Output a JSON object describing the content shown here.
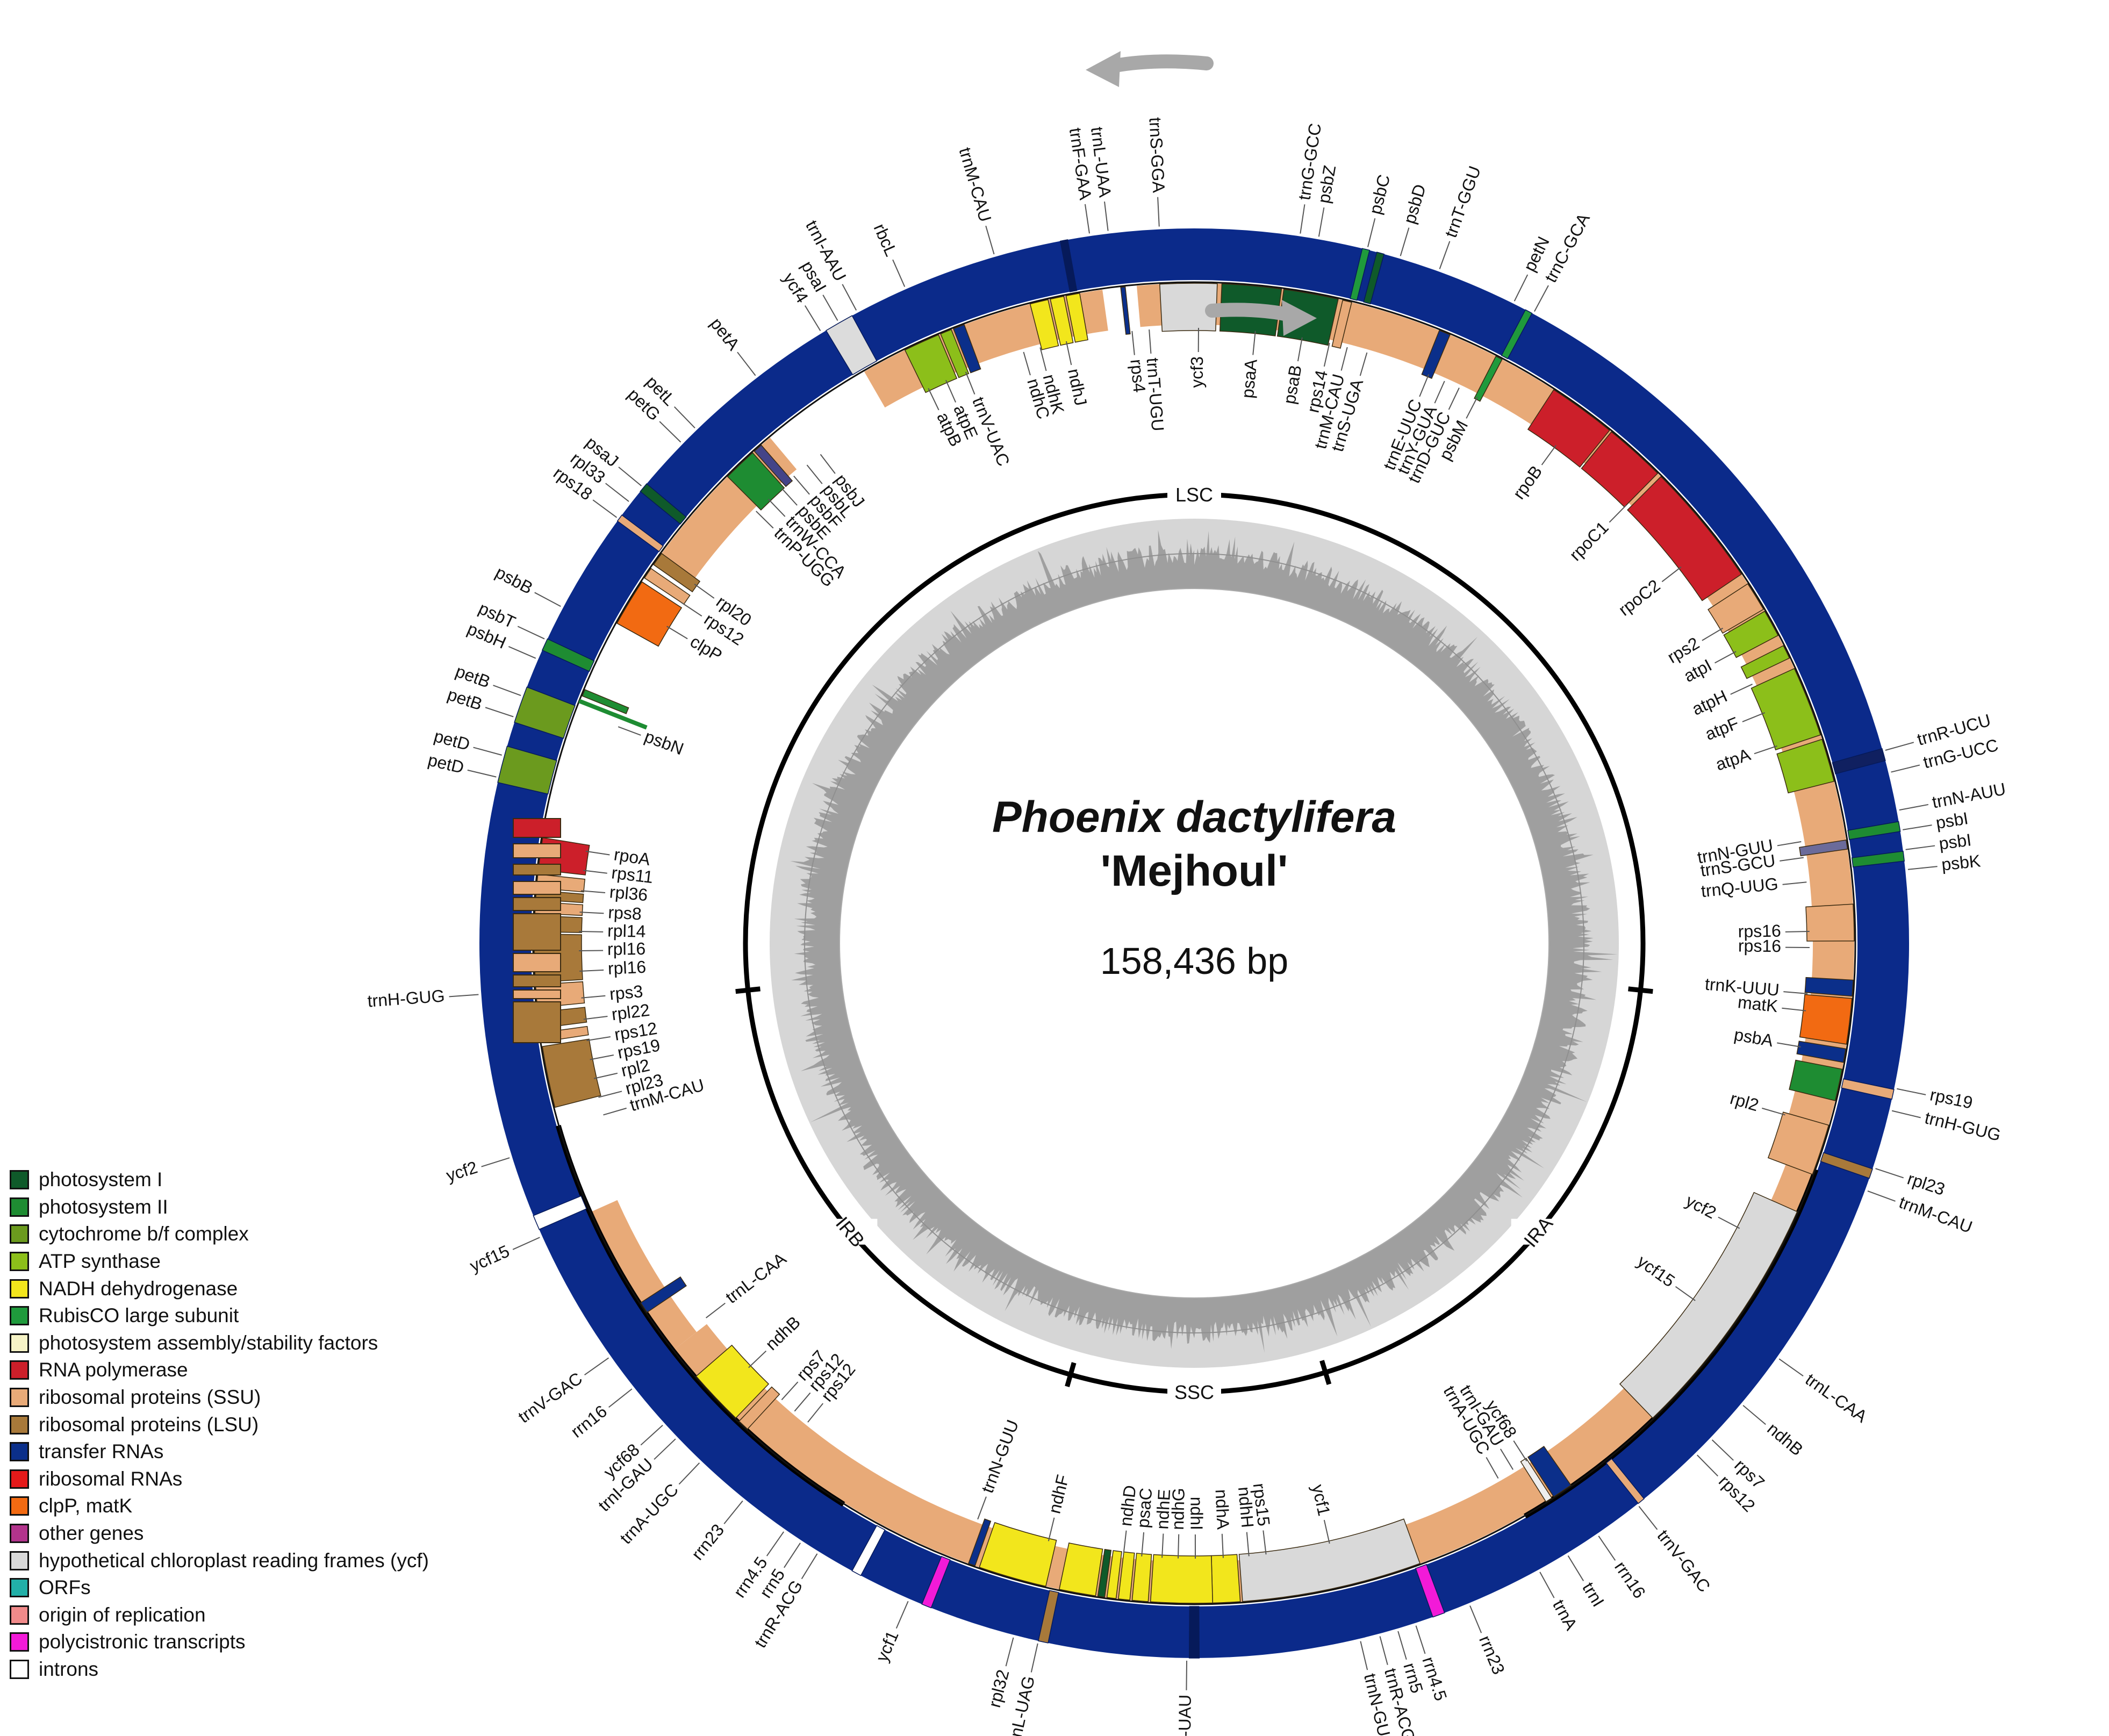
{
  "title": {
    "species": "Phoenix dactylifera",
    "cultivar": "'Mejhoul'",
    "size": "158,436 bp"
  },
  "regions": [
    "LSC",
    "IRA",
    "SSC",
    "IRB"
  ],
  "legend": [
    {
      "label": "photosystem I",
      "color": "#0f5a2a"
    },
    {
      "label": "photosystem II",
      "color": "#1e8c32"
    },
    {
      "label": "cytochrome b/f complex",
      "color": "#6b9a1e"
    },
    {
      "label": "ATP synthase",
      "color": "#8cbf1a"
    },
    {
      "label": "NADH dehydrogenase",
      "color": "#f2e61c"
    },
    {
      "label": "RubisCO large subunit",
      "color": "#1f9a3c"
    },
    {
      "label": "photosystem assembly/stability factors",
      "color": "#f6f3c6"
    },
    {
      "label": "RNA polymerase",
      "color": "#cc1f2a"
    },
    {
      "label": "ribosomal proteins (SSU)",
      "color": "#e8aa78"
    },
    {
      "label": "ribosomal proteins (LSU)",
      "color": "#a8793a"
    },
    {
      "label": "transfer RNAs",
      "color": "#0b2f8a"
    },
    {
      "label": "ribosomal RNAs",
      "color": "#e51a1a"
    },
    {
      "label": "clpP, matK",
      "color": "#f26a12"
    },
    {
      "label": "other genes",
      "color": "#b2348c"
    },
    {
      "label": "hypothetical chloroplast reading frames (ycf)",
      "color": "#d9d9d9"
    },
    {
      "label": "ORFs",
      "color": "#22b0a8"
    },
    {
      "label": "origin of replication",
      "color": "#f08a8a"
    },
    {
      "label": "polycistronic transcripts",
      "color": "#f21ad8"
    },
    {
      "label": "introns",
      "color": "#ffffff"
    }
  ],
  "colors": {
    "outer_ring": "#0b2a8a",
    "inner_ring": "#e8aa78",
    "gc_dark": "#9f9f9f",
    "gc_light": "#d6d6d6"
  },
  "genes": [
    {
      "name": "trnG-GCC",
      "a": 8.5,
      "track": "out"
    },
    {
      "name": "psbZ",
      "a": 10.0,
      "track": "out"
    },
    {
      "name": "psbC",
      "a": 14.0,
      "track": "out"
    },
    {
      "name": "psbD",
      "a": 16.7,
      "track": "out"
    },
    {
      "name": "trnT-GGU",
      "a": 20.0,
      "track": "out"
    },
    {
      "name": "petN",
      "a": 26.5,
      "track": "out"
    },
    {
      "name": "trnC-GCA",
      "a": 28.3,
      "track": "out"
    },
    {
      "name": "trnR-UCU",
      "a": 74.4,
      "track": "out"
    },
    {
      "name": "trnG-UCC",
      "a": 76.2,
      "track": "out"
    },
    {
      "name": "trnN-AUU",
      "a": 79.3,
      "track": "out"
    },
    {
      "name": "psbI",
      "a": 80.9,
      "track": "out"
    },
    {
      "name": "psbI",
      "a": 82.5,
      "track": "out"
    },
    {
      "name": "psbK",
      "a": 84.1,
      "track": "out"
    },
    {
      "name": "rps19",
      "a": 101.7,
      "track": "out"
    },
    {
      "name": "trnH-GUG",
      "a": 103.5,
      "track": "out"
    },
    {
      "name": "rpl23",
      "a": 108.3,
      "track": "out"
    },
    {
      "name": "trnM-CAU",
      "a": 110.2,
      "track": "out"
    },
    {
      "name": "trnL-CAA",
      "a": 125.4,
      "track": "out"
    },
    {
      "name": "ndhB",
      "a": 130.1,
      "track": "out"
    },
    {
      "name": "rps7",
      "a": 133.8,
      "track": "out"
    },
    {
      "name": "rps12",
      "a": 135.5,
      "track": "out"
    },
    {
      "name": "trnV-GAC",
      "a": 141.7,
      "track": "out"
    },
    {
      "name": "rrn16",
      "a": 145.7,
      "track": "out"
    },
    {
      "name": "trnI",
      "a": 148.6,
      "track": "out"
    },
    {
      "name": "trnA",
      "a": 151.2,
      "track": "out"
    },
    {
      "name": "rrn23",
      "a": 157.4,
      "track": "out"
    },
    {
      "name": "rrn4.5",
      "a": 162.0,
      "track": "out"
    },
    {
      "name": "rrn5",
      "a": 163.5,
      "track": "out"
    },
    {
      "name": "trnR-ACG",
      "a": 165.0,
      "track": "out"
    },
    {
      "name": "trnN-GUU",
      "a": 166.6,
      "track": "out"
    },
    {
      "name": "trnI-UAU",
      "a": 180.6,
      "track": "out"
    },
    {
      "name": "trnL-UAG",
      "a": 192.6,
      "track": "out"
    },
    {
      "name": "rpl32",
      "a": 194.6,
      "track": "out"
    },
    {
      "name": "ycf1",
      "a": 203.5,
      "track": "out"
    },
    {
      "name": "trnR-ACG",
      "a": 211.7,
      "track": "out"
    },
    {
      "name": "rrn5",
      "a": 213.3,
      "track": "out"
    },
    {
      "name": "rrn4.5",
      "a": 214.9,
      "track": "out"
    },
    {
      "name": "rrn23",
      "a": 219.0,
      "track": "out"
    },
    {
      "name": "trnA-UGC",
      "a": 223.6,
      "track": "out"
    },
    {
      "name": "trnI-GAU",
      "a": 226.3,
      "track": "out"
    },
    {
      "name": "ycf68",
      "a": 227.8,
      "track": "out"
    },
    {
      "name": "rrn16",
      "a": 231.6,
      "track": "out"
    },
    {
      "name": "trnV-GAC",
      "a": 234.7,
      "track": "out"
    },
    {
      "name": "ycf15",
      "a": 245.8,
      "track": "out"
    },
    {
      "name": "ycf2",
      "a": 252.6,
      "track": "out"
    },
    {
      "name": "trnH-GUG",
      "a": 265.9,
      "track": "out"
    },
    {
      "name": "petD",
      "a": 283.4,
      "track": "out"
    },
    {
      "name": "petD",
      "a": 285.2,
      "track": "out"
    },
    {
      "name": "petB",
      "a": 288.4,
      "track": "out"
    },
    {
      "name": "petB",
      "a": 290.2,
      "track": "out"
    },
    {
      "name": "psbH",
      "a": 293.4,
      "track": "out"
    },
    {
      "name": "psbT",
      "a": 295.1,
      "track": "out"
    },
    {
      "name": "psbB",
      "a": 298.0,
      "track": "out"
    },
    {
      "name": "rps18",
      "a": 306.4,
      "track": "out"
    },
    {
      "name": "rpl33",
      "a": 308.0,
      "track": "out"
    },
    {
      "name": "psaJ",
      "a": 309.6,
      "track": "out"
    },
    {
      "name": "petG",
      "a": 314.3,
      "track": "out"
    },
    {
      "name": "petL",
      "a": 315.9,
      "track": "out"
    },
    {
      "name": "petA",
      "a": 322.3,
      "track": "out"
    },
    {
      "name": "ycf4",
      "a": 328.6,
      "track": "out"
    },
    {
      "name": "psaI",
      "a": 330.2,
      "track": "out"
    },
    {
      "name": "trnI-AAU",
      "a": 331.9,
      "track": "out"
    },
    {
      "name": "rbcL",
      "a": 336.2,
      "track": "out"
    },
    {
      "name": "trnM-CAU",
      "a": 343.8,
      "track": "out"
    },
    {
      "name": "trnF-GAA",
      "a": 351.6,
      "track": "out"
    },
    {
      "name": "trnL-UAA",
      "a": 353.1,
      "track": "out"
    },
    {
      "name": "trnS-GGA",
      "a": 357.2,
      "track": "out"
    },
    {
      "name": "ycf3",
      "a": 0.4,
      "track": "in"
    },
    {
      "name": "psaA",
      "a": 5.7,
      "track": "in"
    },
    {
      "name": "psaB",
      "a": 10.1,
      "track": "in"
    },
    {
      "name": "rps14",
      "a": 12.7,
      "track": "in"
    },
    {
      "name": "trnM-CAU",
      "a": 14.4,
      "track": "in"
    },
    {
      "name": "trnS-UGA",
      "a": 16.3,
      "track": "in"
    },
    {
      "name": "trnE-UUC",
      "a": 22.4,
      "track": "in"
    },
    {
      "name": "trnY-GUA",
      "a": 24.0,
      "track": "in"
    },
    {
      "name": "trnD-GUC",
      "a": 25.5,
      "track": "in"
    },
    {
      "name": "psbM",
      "a": 27.4,
      "track": "in"
    },
    {
      "name": "rpoB",
      "a": 36.0,
      "track": "in"
    },
    {
      "name": "rpoC1",
      "a": 44.6,
      "track": "in"
    },
    {
      "name": "rpoC2",
      "a": 52.3,
      "track": "in"
    },
    {
      "name": "rps2",
      "a": 59.2,
      "track": "in"
    },
    {
      "name": "atpI",
      "a": 61.7,
      "track": "in"
    },
    {
      "name": "atpH",
      "a": 65.1,
      "track": "in"
    },
    {
      "name": "atpF",
      "a": 68.0,
      "track": "in"
    },
    {
      "name": "atpA",
      "a": 71.3,
      "track": "in"
    },
    {
      "name": "trnN-GUU",
      "a": 80.5,
      "track": "in"
    },
    {
      "name": "trnS-GCU",
      "a": 82.0,
      "track": "in"
    },
    {
      "name": "trnQ-UUG",
      "a": 84.3,
      "track": "in"
    },
    {
      "name": "rps16",
      "a": 88.9,
      "track": "in"
    },
    {
      "name": "rps16",
      "a": 90.4,
      "track": "in"
    },
    {
      "name": "trnK-UUU",
      "a": 94.7,
      "track": "in"
    },
    {
      "name": "matK",
      "a": 96.3,
      "track": "in"
    },
    {
      "name": "psbA",
      "a": 99.7,
      "track": "in"
    },
    {
      "name": "rpl2",
      "a": 106.2,
      "track": "in"
    },
    {
      "name": "ycf2",
      "a": 117.6,
      "track": "in"
    },
    {
      "name": "ycf15",
      "a": 125.5,
      "track": "in"
    },
    {
      "name": "ycf68",
      "a": 147.3,
      "track": "in"
    },
    {
      "name": "trnI-GAU",
      "a": 148.8,
      "track": "in"
    },
    {
      "name": "trnA-UGC",
      "a": 150.4,
      "track": "in"
    },
    {
      "name": "ycf1",
      "a": 167.3,
      "track": "in"
    },
    {
      "name": "rps15",
      "a": 173.3,
      "track": "in"
    },
    {
      "name": "ndhH",
      "a": 174.9,
      "track": "in"
    },
    {
      "name": "ndhA",
      "a": 177.3,
      "track": "in"
    },
    {
      "name": "ndhI",
      "a": 179.9,
      "track": "in"
    },
    {
      "name": "ndhG",
      "a": 181.5,
      "track": "in"
    },
    {
      "name": "ndhE",
      "a": 183.0,
      "track": "in"
    },
    {
      "name": "psaC",
      "a": 184.9,
      "track": "in"
    },
    {
      "name": "ndhD",
      "a": 186.6,
      "track": "in"
    },
    {
      "name": "ndhF",
      "a": 193.7,
      "track": "in"
    },
    {
      "name": "trnN-GUU",
      "a": 200.6,
      "track": "in"
    },
    {
      "name": "rps12",
      "a": 218.9,
      "track": "in"
    },
    {
      "name": "rps12",
      "a": 220.5,
      "track": "in"
    },
    {
      "name": "rps7",
      "a": 222.1,
      "track": "in"
    },
    {
      "name": "ndhB",
      "a": 226.4,
      "track": "in"
    },
    {
      "name": "trnL-CAA",
      "a": 232.5,
      "track": "in"
    },
    {
      "name": "trnM-CAU",
      "a": 253.8,
      "track": "in"
    },
    {
      "name": "rpl23",
      "a": 255.5,
      "track": "in"
    },
    {
      "name": "rpl2",
      "a": 257.3,
      "track": "in"
    },
    {
      "name": "rps19",
      "a": 259.1,
      "track": "in"
    },
    {
      "name": "rps12",
      "a": 260.9,
      "track": "in"
    },
    {
      "name": "rpl22",
      "a": 262.9,
      "track": "in"
    },
    {
      "name": "rps3",
      "a": 264.9,
      "track": "in"
    },
    {
      "name": "rpl16",
      "a": 267.4,
      "track": "in"
    },
    {
      "name": "rpl16",
      "a": 269.3,
      "track": "in"
    },
    {
      "name": "rpl14",
      "a": 271.1,
      "track": "in"
    },
    {
      "name": "rps8",
      "a": 272.9,
      "track": "in"
    },
    {
      "name": "rpl36",
      "a": 274.9,
      "track": "in"
    },
    {
      "name": "rps11",
      "a": 276.8,
      "track": "in"
    },
    {
      "name": "rpoA",
      "a": 278.6,
      "track": "in"
    },
    {
      "name": "psbN",
      "a": 290.6,
      "track": "in"
    },
    {
      "name": "clpP",
      "a": 301.0,
      "track": "in"
    },
    {
      "name": "rps12",
      "a": 303.6,
      "track": "in"
    },
    {
      "name": "rpl20",
      "a": 305.7,
      "track": "in"
    },
    {
      "name": "trnP-UGG",
      "a": 314.6,
      "track": "in"
    },
    {
      "name": "trnW-CCA",
      "a": 316.2,
      "track": "in"
    },
    {
      "name": "psbE",
      "a": 317.8,
      "track": "in"
    },
    {
      "name": "psbF",
      "a": 319.4,
      "track": "in"
    },
    {
      "name": "psbL",
      "a": 321.0,
      "track": "in"
    },
    {
      "name": "psbJ",
      "a": 322.6,
      "track": "in"
    },
    {
      "name": "atpB",
      "a": 334.4,
      "track": "in"
    },
    {
      "name": "atpE",
      "a": 336.2,
      "track": "in"
    },
    {
      "name": "trnV-UAC",
      "a": 338.2,
      "track": "in"
    },
    {
      "name": "ndhC",
      "a": 343.9,
      "track": "in"
    },
    {
      "name": "ndhK",
      "a": 345.5,
      "track": "in"
    },
    {
      "name": "ndhJ",
      "a": 348.0,
      "track": "in"
    },
    {
      "name": "rps4",
      "a": 354.2,
      "track": "in"
    },
    {
      "name": "trnT-UGU",
      "a": 355.8,
      "track": "in"
    }
  ]
}
